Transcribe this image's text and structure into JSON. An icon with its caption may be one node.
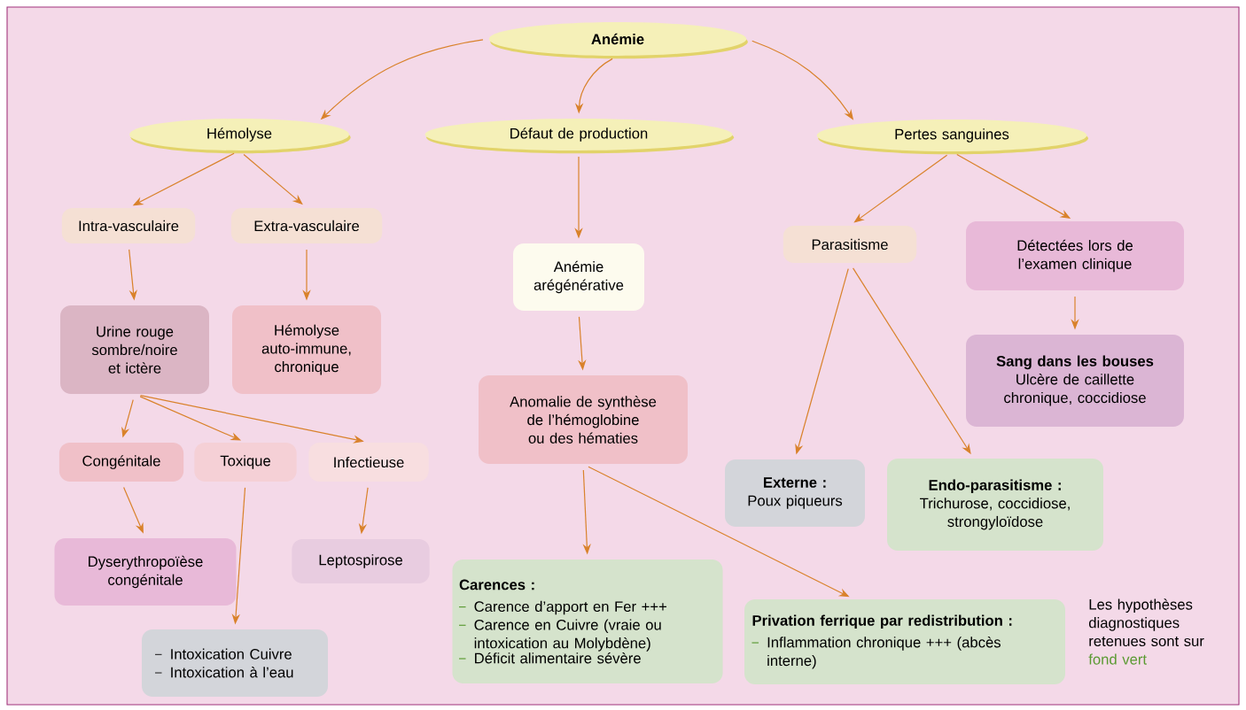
{
  "diagram": {
    "nodes": [
      {
        "text": [
          "Anémie"
        ]
      },
      {
        "text": [
          "Hémolyse"
        ]
      },
      {
        "text": [
          "Défaut de production"
        ]
      },
      {
        "text": [
          "Pertes sanguines"
        ]
      },
      {
        "text": [
          "Intra-vasculaire"
        ]
      },
      {
        "text": [
          "Extra-vasculaire"
        ]
      },
      {
        "text": [
          "Urine rouge sombre/noire et ictère"
        ]
      },
      {
        "text": [
          "Hémolyse auto-immune, chronique"
        ]
      },
      {
        "text": [
          "Congénitale"
        ]
      },
      {
        "text": [
          "Toxique"
        ]
      },
      {
        "text": [
          "Infectieuse"
        ]
      },
      {
        "text": [
          "Dyserythropoïèse congénitale"
        ]
      },
      {
        "text": [
          "Leptospirose"
        ]
      },
      {
        "text": [
          "Intoxication Cuivre",
          "Intoxication à l’eau"
        ]
      },
      {
        "text": [
          "Anémie arégénérative"
        ]
      },
      {
        "text": [
          "Anomalie de synthèse de l’hémoglobine ou des hématies"
        ]
      },
      {
        "text": [
          "Carences :",
          "Carence d’apport en Fer +++",
          "Carence en Cuivre (vraie ou intoxication au Molybdène)",
          "Déficit alimentaire sévère"
        ]
      },
      {
        "text": [
          "Privation ferrique par redistribution :",
          "Inflammation chronique +++ (abcès interne)"
        ]
      },
      {
        "text": [
          "Parasitisme"
        ]
      },
      {
        "text": [
          "Détectées lors de l’examen clinique"
        ]
      },
      {
        "text": [
          "Sang dans les bouses",
          "Ulcère de caillette chronique, coccidiose"
        ]
      },
      {
        "text": [
          "Externe :",
          "Poux piqueurs"
        ]
      },
      {
        "text": [
          "Endo-parasitisme :",
          "Trichurose, coccidiose, strongyloïdose"
        ]
      }
    ],
    "edges": [
      {
        "from": 0,
        "to": 1,
        "arrow": "to"
      },
      {
        "from": 0,
        "to": 2,
        "arrow": "to"
      },
      {
        "from": 0,
        "to": 3,
        "arrow": "to"
      },
      {
        "from": 1,
        "to": 4,
        "arrow": "to"
      },
      {
        "from": 1,
        "to": 5,
        "arrow": "to"
      },
      {
        "from": 4,
        "to": 6,
        "arrow": "to"
      },
      {
        "from": 5,
        "to": 7,
        "arrow": "to"
      },
      {
        "from": 6,
        "to": 8,
        "arrow": "to"
      },
      {
        "from": 6,
        "to": 9,
        "arrow": "to"
      },
      {
        "from": 6,
        "to": 10,
        "arrow": "to"
      },
      {
        "from": 8,
        "to": 11,
        "arrow": "to"
      },
      {
        "from": 9,
        "to": 13,
        "arrow": "to"
      },
      {
        "from": 10,
        "to": 12,
        "arrow": "to"
      },
      {
        "from": 2,
        "to": 14,
        "arrow": "to"
      },
      {
        "from": 14,
        "to": 15,
        "arrow": "to"
      },
      {
        "from": 15,
        "to": 16,
        "arrow": "to"
      },
      {
        "from": 15,
        "to": 17,
        "arrow": "to"
      },
      {
        "from": 3,
        "to": 18,
        "arrow": "to"
      },
      {
        "from": 3,
        "to": 19,
        "arrow": "to"
      },
      {
        "from": 18,
        "to": 21,
        "arrow": "to"
      },
      {
        "from": 18,
        "to": 22,
        "arrow": "to"
      },
      {
        "from": 19,
        "to": 20,
        "arrow": "to"
      }
    ],
    "labels": [
      "Les hypothèses diagnostiques retenues sont sur",
      "fond vert"
    ]
  }
}
